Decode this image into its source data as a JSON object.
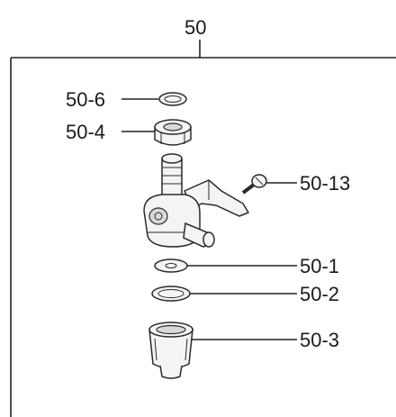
{
  "assembly": {
    "label": "50"
  },
  "callouts": {
    "c50_6": "50-6",
    "c50_4": "50-4",
    "c50_13": "50-13",
    "c50_1": "50-1",
    "c50_2": "50-2",
    "c50_3": "50-3"
  }
}
